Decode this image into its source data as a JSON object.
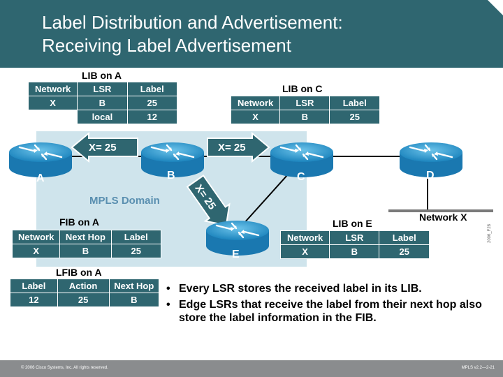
{
  "title": {
    "line1": "Label Distribution and Advertisement:",
    "line2": "Receiving Label Advertisement"
  },
  "domain_label": "MPLS Domain",
  "routers": [
    "A",
    "B",
    "C",
    "D",
    "E"
  ],
  "network_label": "Network X",
  "advertisements": {
    "c_to_b": "X= 25",
    "b_to_a": "X= 25",
    "b_to_e": "X= 25"
  },
  "lib_a": {
    "title": "LIB on A",
    "headers": [
      "Network",
      "LSR",
      "Label"
    ],
    "rows": [
      [
        "X",
        "B",
        "25"
      ],
      [
        "",
        "local",
        "12"
      ]
    ]
  },
  "lib_c": {
    "title": "LIB on C",
    "headers": [
      "Network",
      "LSR",
      "Label"
    ],
    "rows": [
      [
        "X",
        "B",
        "25"
      ]
    ]
  },
  "fib_a": {
    "title": "FIB on A",
    "headers": [
      "Network",
      "Next Hop",
      "Label"
    ],
    "rows": [
      [
        "X",
        "B",
        "25"
      ]
    ]
  },
  "lib_e": {
    "title": "LIB on E",
    "headers": [
      "Network",
      "LSR",
      "Label"
    ],
    "rows": [
      [
        "X",
        "B",
        "25"
      ]
    ]
  },
  "lfib_a": {
    "title": "LFIB on A",
    "headers": [
      "Label",
      "Action",
      "Next Hop"
    ],
    "rows": [
      [
        "12",
        "25",
        "B"
      ]
    ]
  },
  "bullets": [
    "Every LSR stores the received label in its LIB.",
    "Edge LSRs that receive the label from their next hop also store the label information in the FIB."
  ],
  "footer": {
    "copyright": "© 2006 Cisco Systems, Inc. All rights reserved.",
    "version": "MPLS v2.2—2-21"
  },
  "side_id": "2006_F28",
  "colors": {
    "title_bar": "#2f6670",
    "table_fill": "#2f6670",
    "router_blue": "#1f8fc8",
    "domain_fill": "#cfe4ec",
    "arrow_fill": "#2f6670"
  }
}
